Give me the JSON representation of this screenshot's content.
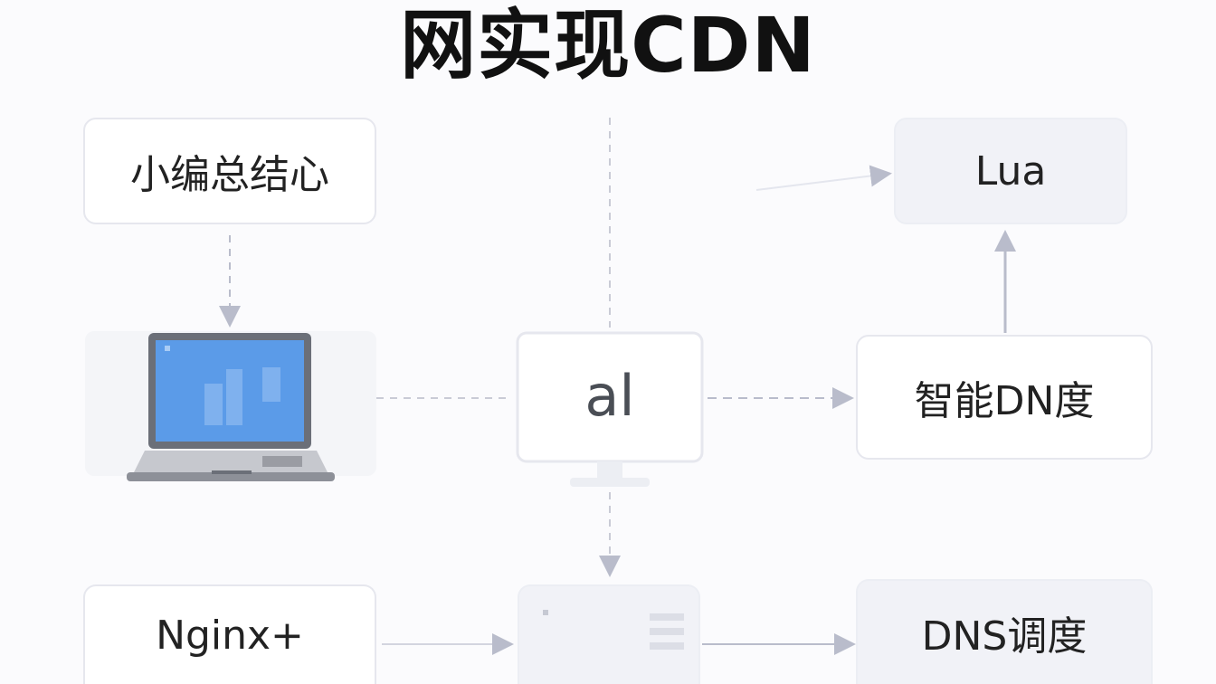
{
  "title": "网实现CDN",
  "nodes": {
    "summary": "小编总结心",
    "lua": "Lua",
    "monitor": "al",
    "smart_dns": "智能DN度",
    "nginx": "Nginx+",
    "dns_dispatch": "DNS调度"
  },
  "icons": {
    "laptop": "laptop-icon",
    "monitor": "monitor-icon",
    "server_panel": "server-panel-icon"
  },
  "colors": {
    "screen": "#5b9be8",
    "arrow": "#b9bccb",
    "border": "#e6e7ee"
  }
}
